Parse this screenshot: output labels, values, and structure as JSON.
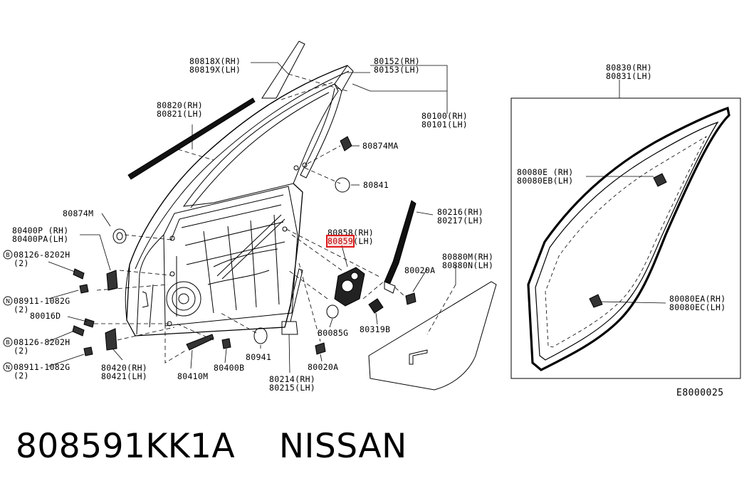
{
  "caption": {
    "part_number": "808591KK1A",
    "brand": "NISSAN"
  },
  "diagram_code": "E8000025",
  "highlight_color": "#e01818",
  "labels": {
    "l_80818": [
      "80818X(RH)",
      "80819X(LH)"
    ],
    "l_80152": [
      "80152(RH)",
      "80153(LH)"
    ],
    "l_80100": [
      "80100(RH)",
      "80101(LH)"
    ],
    "l_80820": [
      "80820(RH)",
      "80821(LH)"
    ],
    "l_80874MA": [
      "80874MA"
    ],
    "l_80841": [
      "80841"
    ],
    "l_80874M": [
      "80874M"
    ],
    "l_80400P": [
      "80400P (RH)",
      "80400PA(LH)"
    ],
    "l_08126a": [
      "08126-8202H",
      "(2)"
    ],
    "l_08911a": [
      "08911-1082G",
      "(2)"
    ],
    "l_80016D": [
      "80016D"
    ],
    "l_08126b": [
      "08126-8202H",
      "(2)"
    ],
    "l_08911b": [
      "08911-1082G",
      "(2)"
    ],
    "l_80420": [
      "80420(RH)",
      "80421(LH)"
    ],
    "l_80410M": [
      "80410M"
    ],
    "l_80400B": [
      "80400B"
    ],
    "l_80941": [
      "80941"
    ],
    "l_80214": [
      "80214(RH)",
      "80215(LH)"
    ],
    "l_80020A_b": [
      "80020A"
    ],
    "l_80085G": [
      "80085G"
    ],
    "l_80319B": [
      "80319B"
    ],
    "l_80858": [
      "80858(RH)"
    ],
    "l_80859": [
      "80859",
      "(LH)"
    ],
    "l_80216": [
      "80216(RH)",
      "80217(LH)"
    ],
    "l_80020A_a": [
      "80020A"
    ],
    "l_80880": [
      "80880M(RH)",
      "80880N(LH)"
    ],
    "l_80830": [
      "80830(RH)",
      "80831(LH)"
    ],
    "l_80080E": [
      "80080E (RH)",
      "80080EB(LH)"
    ],
    "l_80080EA": [
      "80080EA(RH)",
      "80080EC(LH)"
    ]
  },
  "bolt_marks": {
    "b": "B",
    "n": "N"
  }
}
